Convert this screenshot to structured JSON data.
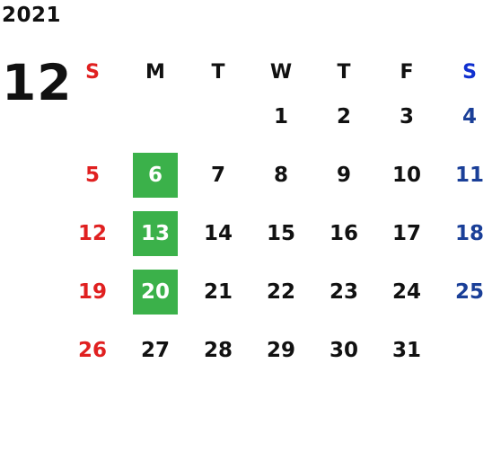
{
  "calendar": {
    "year": "2021",
    "month": "12",
    "weekdays": [
      "S",
      "M",
      "T",
      "W",
      "T",
      "F",
      "S"
    ],
    "weeks": [
      [
        "",
        "",
        "",
        "1",
        "2",
        "3",
        "4"
      ],
      [
        "5",
        "6",
        "7",
        "8",
        "9",
        "10",
        "11"
      ],
      [
        "12",
        "13",
        "14",
        "15",
        "16",
        "17",
        "18"
      ],
      [
        "19",
        "20",
        "21",
        "22",
        "23",
        "24",
        "25"
      ],
      [
        "26",
        "27",
        "28",
        "29",
        "30",
        "31",
        ""
      ]
    ],
    "highlighted_days": [
      "6",
      "13",
      "20"
    ]
  },
  "colors": {
    "sunday": "#e02020",
    "saturday": "#1a3f98",
    "highlight": "#3bb14a",
    "text": "#111111"
  }
}
